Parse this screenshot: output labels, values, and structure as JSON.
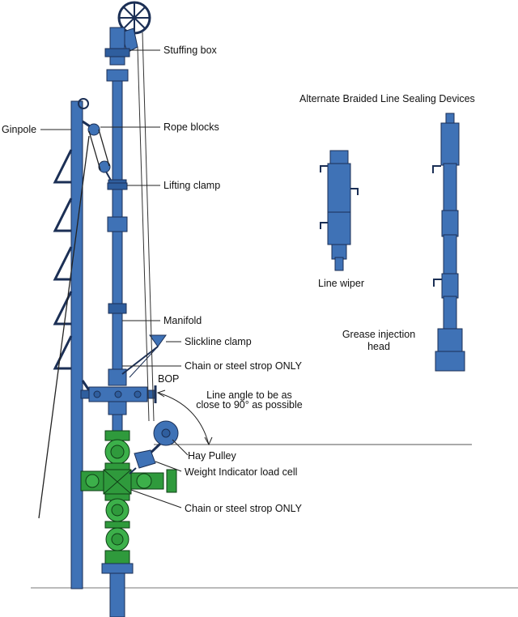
{
  "labels": {
    "stuffing_box": "Stuffing box",
    "ginpole": "Ginpole",
    "rope_blocks": "Rope blocks",
    "lifting_clamp": "Lifting clamp",
    "manifold": "Manifold",
    "slickline_clamp": "Slickline clamp",
    "chain_strop_top": "Chain or steel strop ONLY",
    "bop": "BOP",
    "line_angle_1": "Line angle to be as",
    "line_angle_2": "close to 90° as possible",
    "hay_pulley": "Hay Pulley",
    "weight_indicator": "Weight Indicator load cell",
    "chain_strop_bottom": "Chain or steel strop ONLY",
    "alternate_title": "Alternate Braided Line Sealing Devices",
    "line_wiper": "Line wiper",
    "grease_head_1": "Grease injection",
    "grease_head_2": "head"
  },
  "colors": {
    "equipment_blue": "#3f72b6",
    "wellhead_green": "#2f9a3c",
    "outline": "#1b2f55"
  }
}
